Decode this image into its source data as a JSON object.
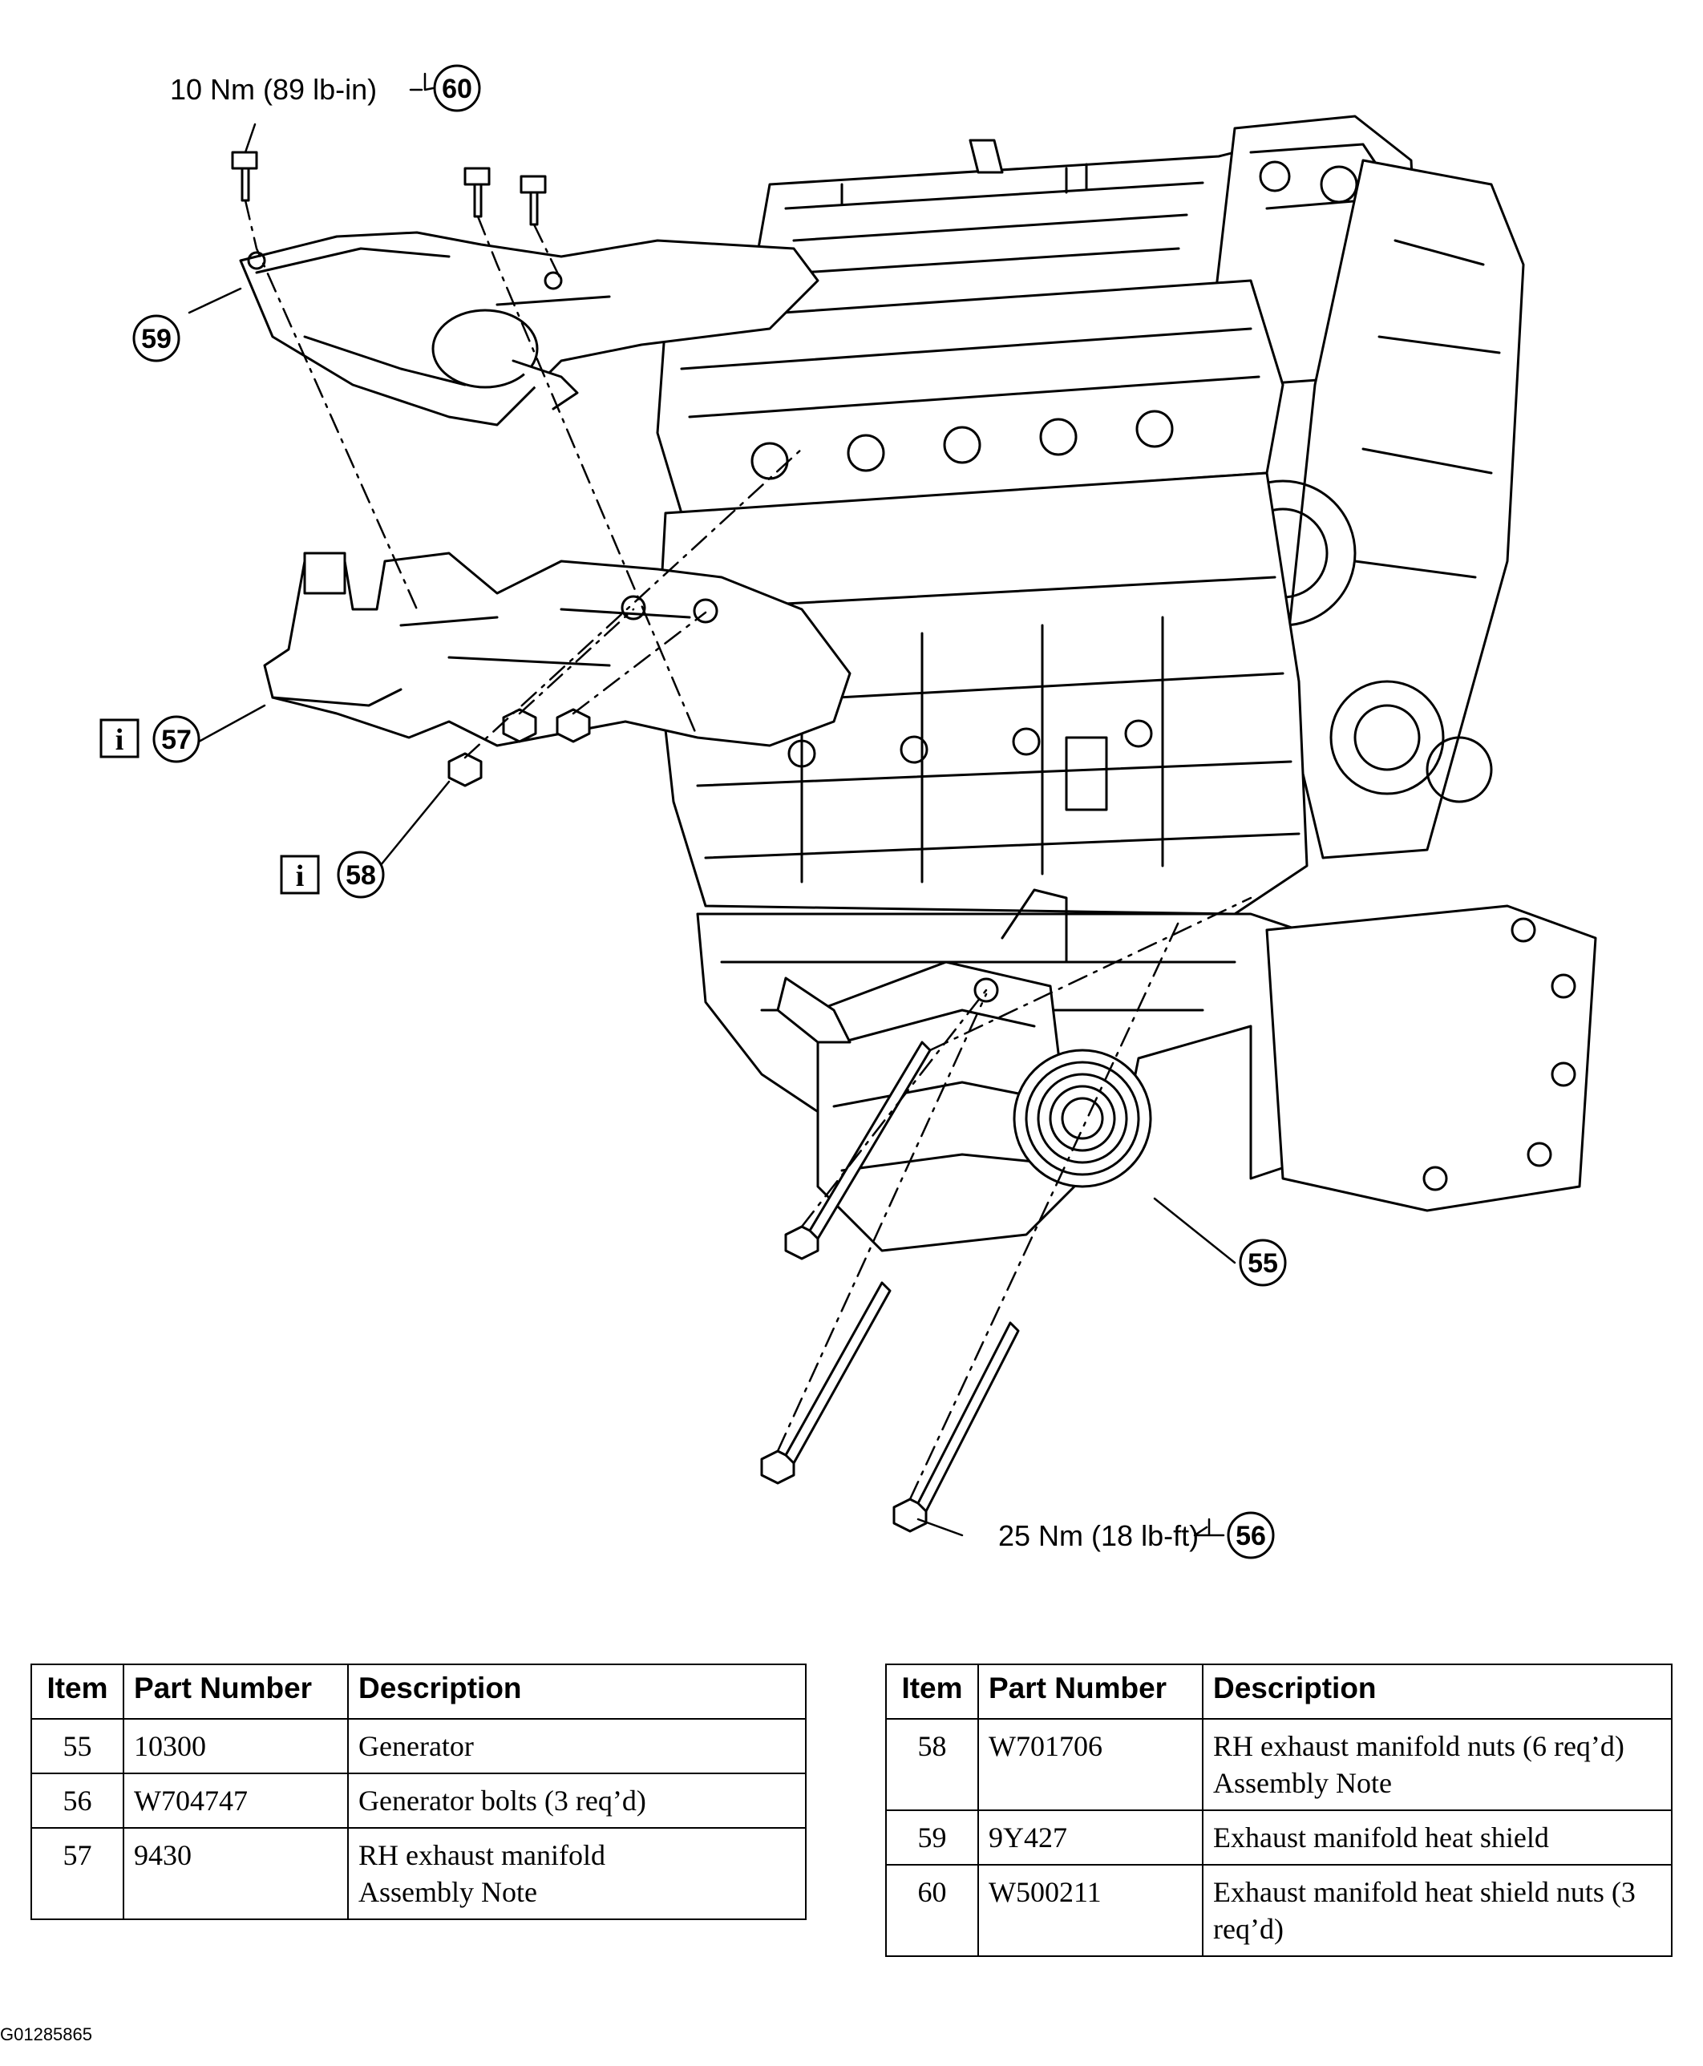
{
  "callouts": {
    "c60": {
      "number": "60",
      "spec": "10 Nm (89 lb-in)"
    },
    "c59": {
      "number": "59"
    },
    "c57": {
      "number": "57"
    },
    "c58": {
      "number": "58"
    },
    "c55": {
      "number": "55"
    },
    "c56": {
      "number": "56",
      "spec": "25 Nm (18 lb-ft)"
    },
    "info_symbol": "i"
  },
  "table_headers": {
    "item": "Item",
    "part_number": "Part Number",
    "description": "Description"
  },
  "table_left": [
    {
      "item": "55",
      "part": "10300",
      "desc": "Generator"
    },
    {
      "item": "56",
      "part": "W704747",
      "desc": "Generator bolts (3 req’d)"
    },
    {
      "item": "57",
      "part": "9430",
      "desc": "RH exhaust manifold",
      "note": "Assembly Note"
    }
  ],
  "table_right": [
    {
      "item": "58",
      "part": "W701706",
      "desc": "RH exhaust manifold nuts (6 req’d)",
      "note": "Assembly Note"
    },
    {
      "item": "59",
      "part": "9Y427",
      "desc": "Exhaust manifold heat shield"
    },
    {
      "item": "60",
      "part": "W500211",
      "desc": "Exhaust manifold heat shield nuts (3 req’d)"
    }
  ],
  "figure_code": "G01285865"
}
